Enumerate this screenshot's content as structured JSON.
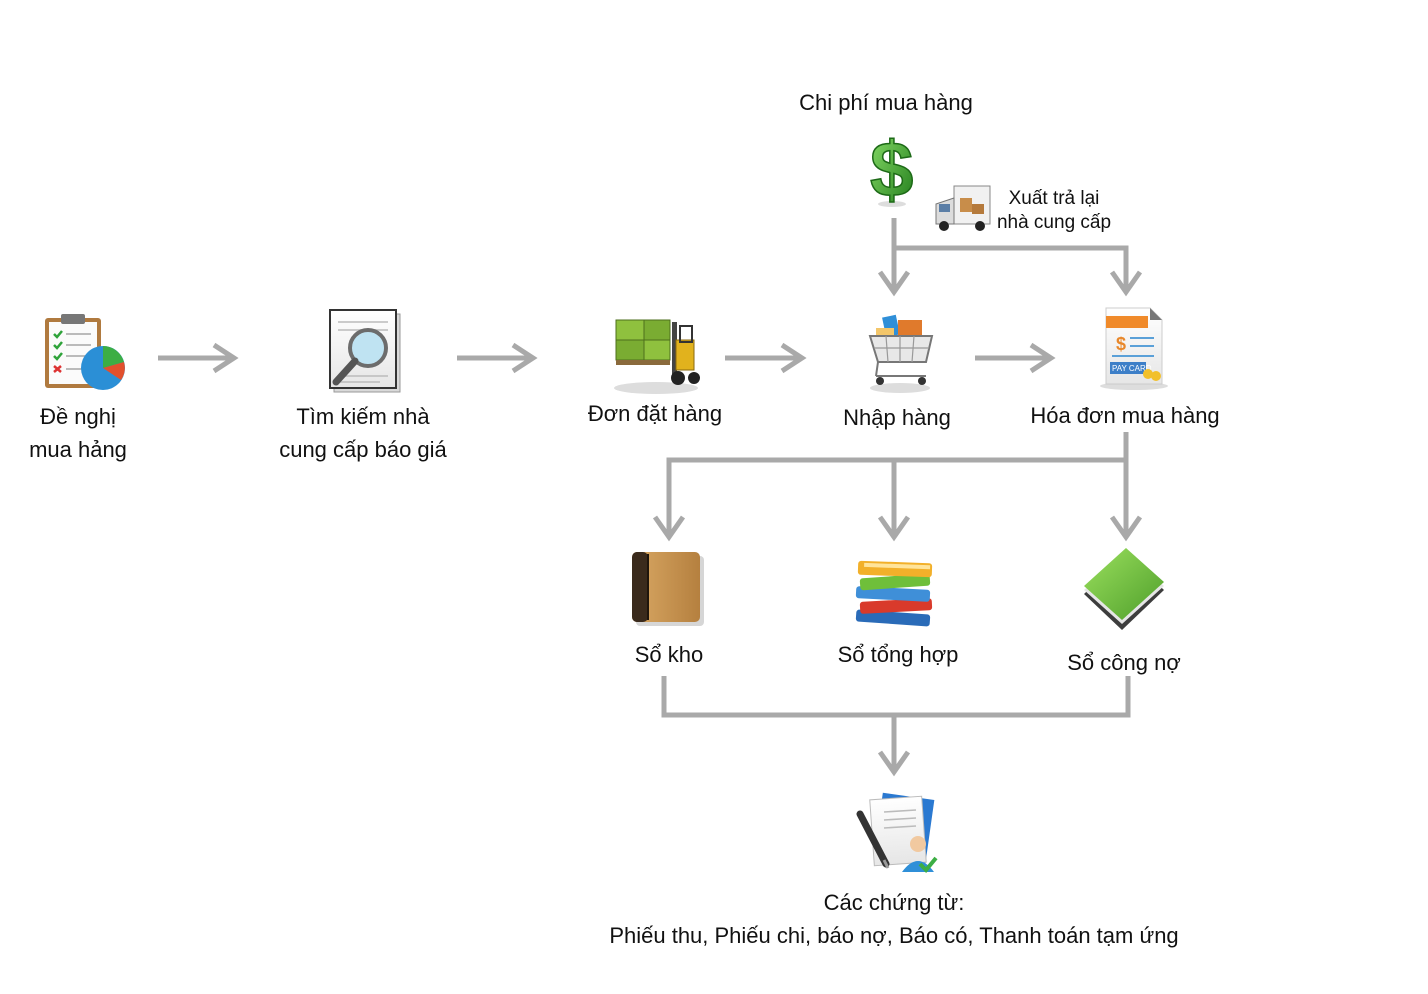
{
  "nodes": {
    "de_nghi": {
      "line1": "Đề nghị",
      "line2": "mua hảng"
    },
    "tim_kiem": {
      "line1": "Tìm kiếm nhà",
      "line2": "cung cấp báo giá"
    },
    "don_dat_hang": {
      "label": "Đơn đặt hàng"
    },
    "nhap_hang": {
      "label": "Nhập hàng"
    },
    "hoa_don": {
      "label": "Hóa đơn mua hàng"
    },
    "chi_phi": {
      "label": "Chi phí mua hàng"
    },
    "xuat_tra": {
      "line1": "Xuất trả lại",
      "line2": "nhà cung cấp"
    },
    "so_kho": {
      "label": "Sổ kho"
    },
    "so_tong_hop": {
      "label": "Sổ tổng hợp"
    },
    "so_cong_no": {
      "label": "Sổ công nợ"
    },
    "chung_tu": {
      "line1": "Các chứng từ:",
      "line2": "Phiếu thu, Phiếu chi, báo nợ, Báo có, Thanh toán tạm ứng"
    }
  },
  "icons": {
    "de_nghi": "clipboard-chart-icon",
    "tim_kiem": "document-search-icon",
    "don_dat_hang": "forklift-icon",
    "nhap_hang": "shopping-cart-icon",
    "hoa_don": "invoice-icon",
    "chi_phi": "dollar-icon",
    "xuat_tra": "delivery-truck-icon",
    "so_kho": "brown-book-icon",
    "so_tong_hop": "book-stack-icon",
    "so_cong_no": "green-book-icon",
    "chung_tu": "document-pen-user-icon",
    "pay_card_text": "PAY CARD"
  },
  "colors": {
    "connector": "#a9a9a9",
    "dollar": "#3aa52a",
    "green_book": "#6cbf3a",
    "brown_book": "#c79453"
  }
}
